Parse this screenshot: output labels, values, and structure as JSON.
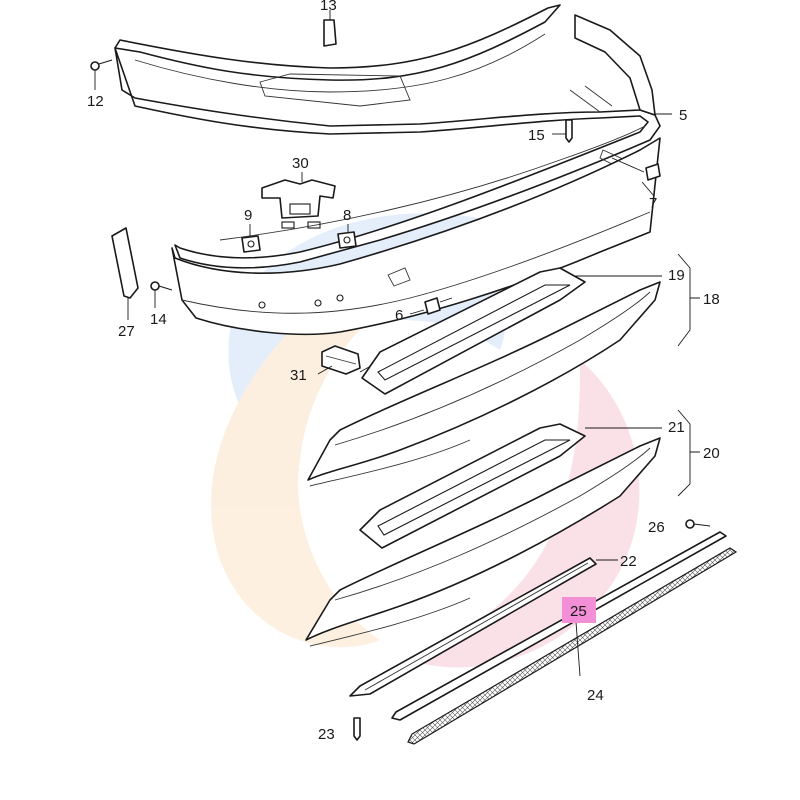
{
  "callouts": {
    "c5": "5",
    "c6": "6",
    "c7": "7",
    "c8": "8",
    "c9": "9",
    "c12": "12",
    "c13": "13",
    "c14": "14",
    "c15": "15",
    "c18": "18",
    "c19": "19",
    "c20": "20",
    "c21": "21",
    "c22": "22",
    "c23": "23",
    "c24": "24",
    "c25": "25",
    "c26": "26",
    "c27": "27",
    "c30": "30",
    "c31": "31"
  },
  "highlight": {
    "callout": "25",
    "color": "#f28fd6"
  },
  "watermark": {
    "colors": [
      "#cfe0f7",
      "#fbe3c8",
      "#f6c9d6"
    ]
  }
}
